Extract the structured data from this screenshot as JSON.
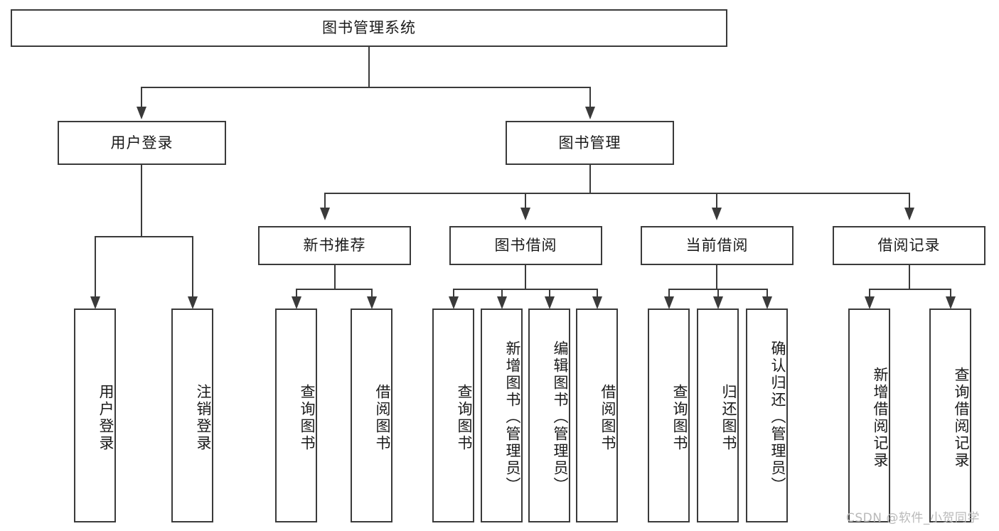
{
  "diagram": {
    "title": "图书管理系统",
    "type": "function-structure-tree",
    "root": {
      "label": "图书管理系统"
    },
    "level2": [
      {
        "label": "用户登录"
      },
      {
        "label": "图书管理"
      }
    ],
    "level3": [
      {
        "label": "新书推荐"
      },
      {
        "label": "图书借阅"
      },
      {
        "label": "当前借阅"
      },
      {
        "label": "借阅记录"
      }
    ],
    "leaves": {
      "user_login": [
        {
          "label": "用户登录"
        },
        {
          "label": "注销登录"
        }
      ],
      "new_book_recommend": [
        {
          "label": "查询图书"
        },
        {
          "label": "借阅图书"
        }
      ],
      "book_borrow": [
        {
          "label": "查询图书"
        },
        {
          "label": "新增图书（管理员）"
        },
        {
          "label": "编辑图书（管理员）"
        },
        {
          "label": "借阅图书"
        }
      ],
      "current_borrow": [
        {
          "label": "查询图书"
        },
        {
          "label": "归还图书"
        },
        {
          "label": "确认归还（管理员）"
        }
      ],
      "borrow_record": [
        {
          "label": "新增借阅记录"
        },
        {
          "label": "查询借阅记录"
        }
      ]
    }
  },
  "watermark": {
    "text": "CSDN @软件_小贺同学"
  },
  "colors": {
    "stroke": "#3a3a3a",
    "text": "#1a1a1a",
    "background": "#ffffff",
    "watermark": "#b9b9b9"
  }
}
